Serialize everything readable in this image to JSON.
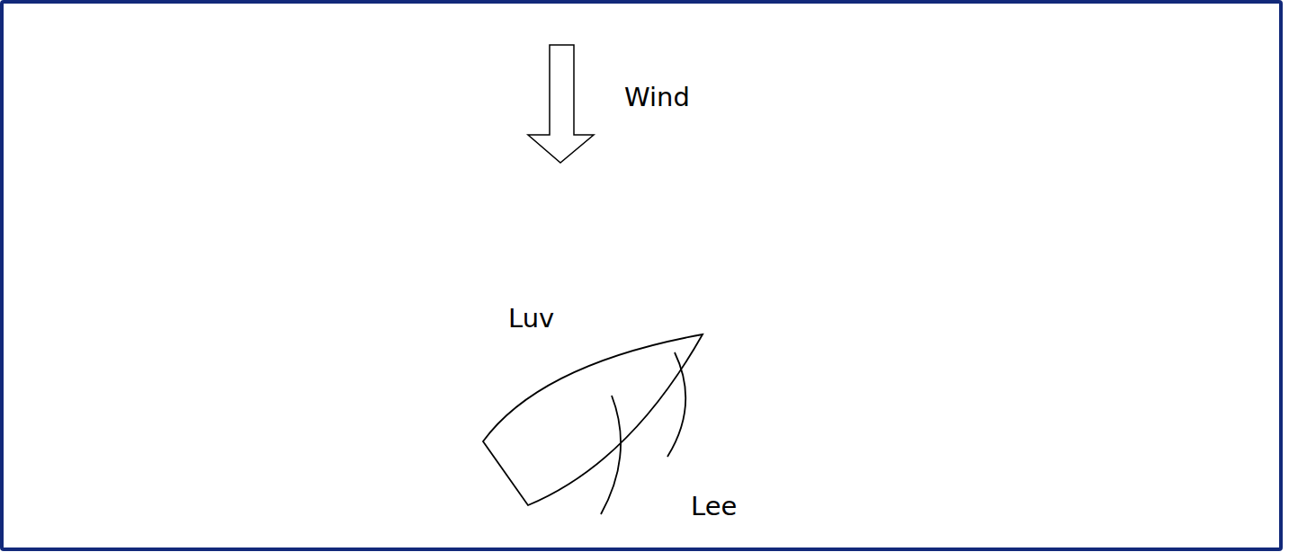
{
  "diagram": {
    "labels": [
      "Wind",
      "Luv",
      "Lee"
    ]
  }
}
